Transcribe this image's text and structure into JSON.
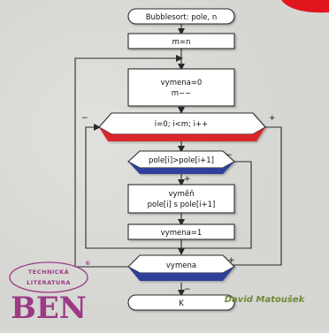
{
  "flowchart": {
    "start": "Bubblesort: pole, n",
    "assign_m": "m=n",
    "init_line1": "vymena=0",
    "init_line2": "m−−",
    "loop": "i=0; i<m; i++",
    "loop_minus": "−",
    "loop_plus": "+",
    "cond": "pole[i]>pole[i+1]",
    "cond_minus": "−",
    "cond_plus": "+",
    "swap_line1": "vyměň",
    "swap_line2": "pole[i] s pole[i+1]",
    "set_flag": "vymena=1",
    "repeat_cond": "vymena",
    "repeat_plus": "+",
    "repeat_minus": "−",
    "end": "K"
  },
  "logo": {
    "top_word": "TECHNICKÁ",
    "mid_word": "LITERATURA",
    "big_word": "BEN",
    "reg_mark": "®"
  },
  "author": "David Matoušek",
  "colors": {
    "box_fill": "#ffffff",
    "outline": "#2a2a2a",
    "red_accent": "#d8262a",
    "blue_accent": "#2f3f9a",
    "logo": "#9c3a86",
    "author": "#6d8a34",
    "badge_red": "#e0161d"
  }
}
